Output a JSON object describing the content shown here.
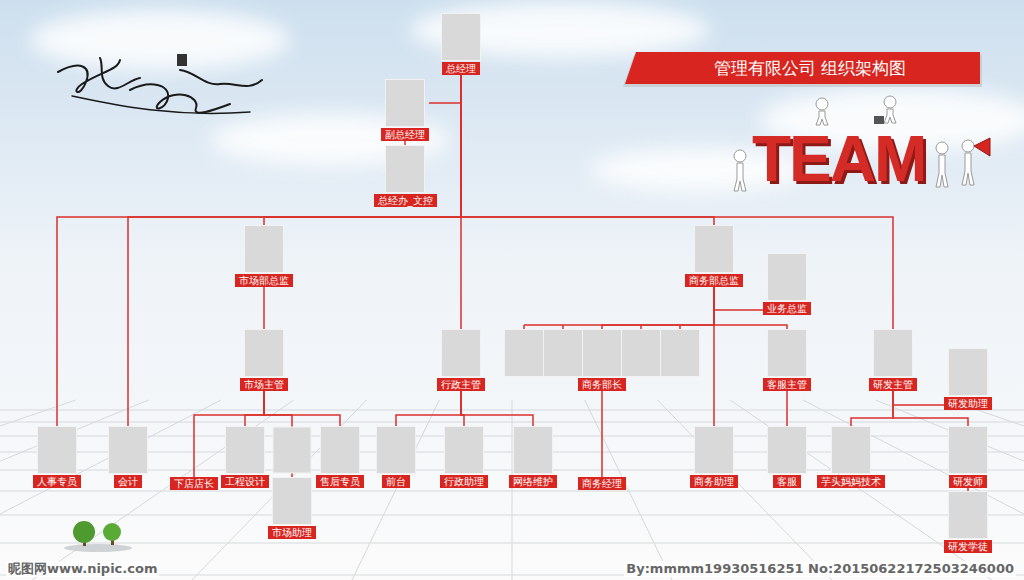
{
  "diagram": {
    "title": "管理有限公司 组织架构图",
    "nodes": [
      {
        "text": [
          "总经理"
        ]
      },
      {
        "text": [
          "副总经理"
        ]
      },
      {
        "text": [
          "总经办_文控"
        ]
      },
      {
        "text": [
          "市场部总监"
        ]
      },
      {
        "text": [
          "商务部总监"
        ]
      },
      {
        "text": [
          "业务总监"
        ]
      },
      {
        "text": [
          "市场主管"
        ]
      },
      {
        "text": [
          "行政主管"
        ]
      },
      {
        "text": [
          "商务部长"
        ]
      },
      {
        "text": [
          "客服主管"
        ]
      },
      {
        "text": [
          "研发主管"
        ]
      },
      {
        "text": [
          "研发助理"
        ]
      },
      {
        "text": [
          "人事专员"
        ]
      },
      {
        "text": [
          "会计"
        ]
      },
      {
        "text": [
          "下店店长"
        ]
      },
      {
        "text": [
          "工程设计"
        ]
      },
      {
        "text": [
          "售后专员"
        ]
      },
      {
        "text": [
          "前台"
        ]
      },
      {
        "text": [
          "行政助理"
        ]
      },
      {
        "text": [
          "网络维护"
        ]
      },
      {
        "text": [
          "商务经理"
        ]
      },
      {
        "text": [
          "商务助理"
        ]
      },
      {
        "text": [
          "客服"
        ]
      },
      {
        "text": [
          "芋头妈妈技术"
        ]
      },
      {
        "text": [
          "研发师"
        ]
      },
      {
        "text": [
          "市场助理"
        ]
      },
      {
        "text": [
          "研发学徒"
        ]
      }
    ],
    "edges": [
      {
        "from": 0,
        "to": 1,
        "arrow": "none"
      },
      {
        "from": 1,
        "to": 2,
        "arrow": "none"
      },
      {
        "from": 0,
        "to": 12,
        "arrow": "none"
      },
      {
        "from": 0,
        "to": 13,
        "arrow": "none"
      },
      {
        "from": 0,
        "to": 3,
        "arrow": "none"
      },
      {
        "from": 0,
        "to": 7,
        "arrow": "none"
      },
      {
        "from": 0,
        "to": 4,
        "arrow": "none"
      },
      {
        "from": 0,
        "to": 10,
        "arrow": "none"
      },
      {
        "from": 3,
        "to": 6,
        "arrow": "none"
      },
      {
        "from": 4,
        "to": 5,
        "arrow": "none"
      },
      {
        "from": 4,
        "to": 8,
        "arrow": "none"
      },
      {
        "from": 4,
        "to": 9,
        "arrow": "none"
      },
      {
        "from": 4,
        "to": 21,
        "arrow": "none"
      },
      {
        "from": 6,
        "to": 14,
        "arrow": "none"
      },
      {
        "from": 6,
        "to": 15,
        "arrow": "none"
      },
      {
        "from": 6,
        "to": 25,
        "arrow": "none"
      },
      {
        "from": 6,
        "to": 16,
        "arrow": "none"
      },
      {
        "from": 7,
        "to": 17,
        "arrow": "none"
      },
      {
        "from": 7,
        "to": 18,
        "arrow": "none"
      },
      {
        "from": 7,
        "to": 19,
        "arrow": "none"
      },
      {
        "from": 8,
        "to": 20,
        "arrow": "none"
      },
      {
        "from": 9,
        "to": 22,
        "arrow": "none"
      },
      {
        "from": 10,
        "to": 11,
        "arrow": "none"
      },
      {
        "from": 10,
        "to": 23,
        "arrow": "none"
      },
      {
        "from": 10,
        "to": 24,
        "arrow": "none"
      },
      {
        "from": 24,
        "to": 26,
        "arrow": "none"
      }
    ],
    "labels": [
      "TEAM",
      "昵图网www.nipic.com",
      "By:mmmm19930516251 No:20150622172503246000"
    ]
  }
}
